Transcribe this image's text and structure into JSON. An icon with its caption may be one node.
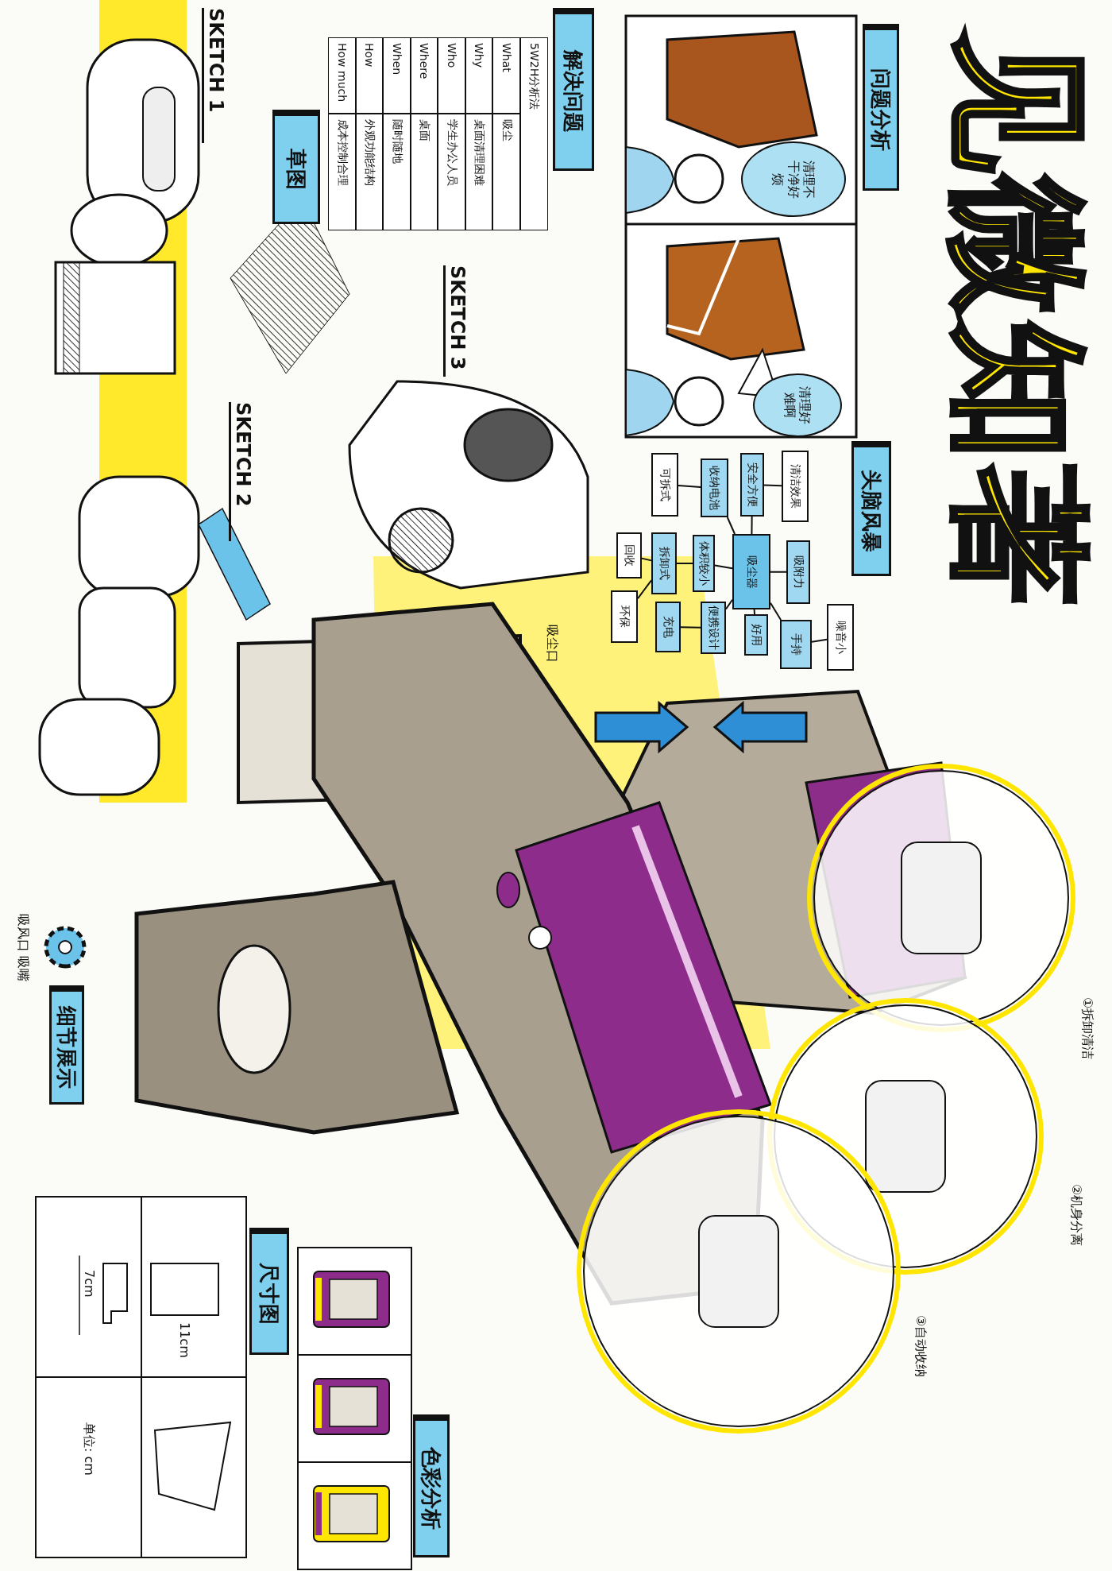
{
  "diagram": {
    "title": "见微知著",
    "nodes": [
      {
        "text": [
          "噪音小"
        ]
      },
      {
        "text": [
          "清洁效果"
        ]
      },
      {
        "text": [
          "吸附力"
        ]
      },
      {
        "text": [
          "手持"
        ]
      },
      {
        "text": [
          "安全方便"
        ]
      },
      {
        "text": [
          "吸尘器"
        ]
      },
      {
        "text": [
          "好用"
        ]
      },
      {
        "text": [
          "收纳电池"
        ]
      },
      {
        "text": [
          "体积较小"
        ]
      },
      {
        "text": [
          "便携设计"
        ]
      },
      {
        "text": [
          "可拆式"
        ]
      },
      {
        "text": [
          "拆卸式"
        ]
      },
      {
        "text": [
          "充电"
        ]
      },
      {
        "text": [
          "回收"
        ]
      },
      {
        "text": [
          "环保"
        ]
      }
    ],
    "edges": [
      {
        "from": 1,
        "to": 4,
        "arrow": "none"
      },
      {
        "from": 7,
        "to": 10,
        "arrow": "none"
      },
      {
        "from": 8,
        "to": 11,
        "arrow": "none"
      },
      {
        "from": 11,
        "to": 13,
        "arrow": "none"
      },
      {
        "from": 11,
        "to": 14,
        "arrow": "none"
      },
      {
        "from": 5,
        "to": 4,
        "arrow": "none"
      },
      {
        "from": 5,
        "to": 2,
        "arrow": "none"
      },
      {
        "from": 5,
        "to": 8,
        "arrow": "none"
      },
      {
        "from": 5,
        "to": 7,
        "arrow": "none"
      },
      {
        "from": 5,
        "to": 9,
        "arrow": "none"
      },
      {
        "from": 5,
        "to": 6,
        "arrow": "none"
      },
      {
        "from": 5,
        "to": 3,
        "arrow": "none"
      },
      {
        "from": 3,
        "to": 0,
        "arrow": "none"
      },
      {
        "from": 9,
        "to": 12,
        "arrow": "none"
      }
    ],
    "labels": [
      "问题分析",
      "清理不干净好烦",
      "清理好难啊",
      "头脑风暴",
      "解决问题",
      "5W2H分析法",
      "What",
      "吸尘",
      "Why",
      "桌面清理困难",
      "Who",
      "学生办公人员",
      "Where",
      "桌面",
      "When",
      "随时随地",
      "How",
      "外观功能结构",
      "How much",
      "成本控制合理",
      "草图",
      "SKETCH 1",
      "SKETCH 3",
      "SKETCH 2",
      "吸尘口",
      "①拆卸清洁",
      "②机身分离",
      "③自动收纳",
      "细节展示",
      "吸风口 吸嘴",
      "尺寸图",
      "11cm",
      "7cm",
      "单位: cm",
      "色彩分析"
    ]
  }
}
